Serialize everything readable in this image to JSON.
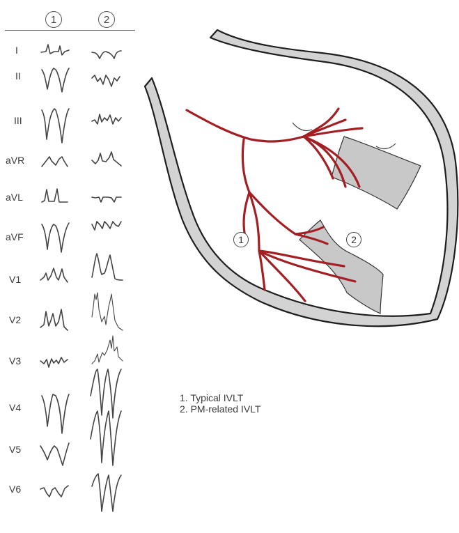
{
  "columns": {
    "left": "1",
    "right": "2"
  },
  "leads": [
    "I",
    "II",
    "III",
    "aVR",
    "aVL",
    "aVF",
    "V1",
    "V2",
    "V3",
    "V4",
    "V5",
    "V6"
  ],
  "diagram": {
    "zone_labels": [
      "1",
      "2"
    ],
    "colors": {
      "wall_fill": "#d3d3d3",
      "wall_outline": "#1e1e1e",
      "purkinje": "#a31f24",
      "papillary_fill": "#c9c9c9"
    }
  },
  "legend": {
    "item1": "1. Typical IVLT",
    "item2": "2. PM-related IVLT"
  }
}
